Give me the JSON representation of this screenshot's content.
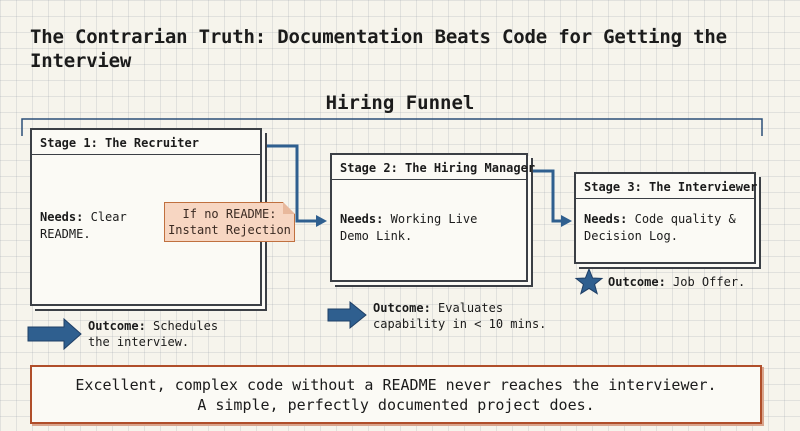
{
  "title": "The Contrarian Truth: Documentation Beats Code for Getting the Interview",
  "funnel_title": "Hiring Funnel",
  "stages": [
    {
      "header": "Stage 1: The Recruiter",
      "needs_label": "Needs:",
      "needs_text": "Clear README.",
      "outcome_label": "Outcome:",
      "outcome_text": "Schedules the interview."
    },
    {
      "header": "Stage 2: The Hiring Manager",
      "needs_label": "Needs:",
      "needs_text": "Working Live Demo Link.",
      "outcome_label": "Outcome:",
      "outcome_text": "Evaluates capability in < 10 mins."
    },
    {
      "header": "Stage 3: The Interviewer",
      "needs_label": "Needs:",
      "needs_text": "Code quality & Decision Log.",
      "outcome_label": "Outcome:",
      "outcome_text": "Job Offer."
    }
  ],
  "rejection_note": {
    "line1": "If no README:",
    "line2": "Instant Rejection"
  },
  "callout": {
    "line1": "Excellent, complex code without a README never reaches the interviewer.",
    "line2": "A simple, perfectly documented project does."
  },
  "colors": {
    "arrow_blue": "#2f5f8f",
    "note_fill": "#f7d6c2",
    "note_border": "#c0703f",
    "callout_border": "#b04e2a",
    "card_border": "#3b3f45"
  },
  "icons": {
    "outcome_stage1": "right-arrow-icon",
    "outcome_stage2": "right-arrow-icon",
    "outcome_stage3": "star-icon"
  }
}
